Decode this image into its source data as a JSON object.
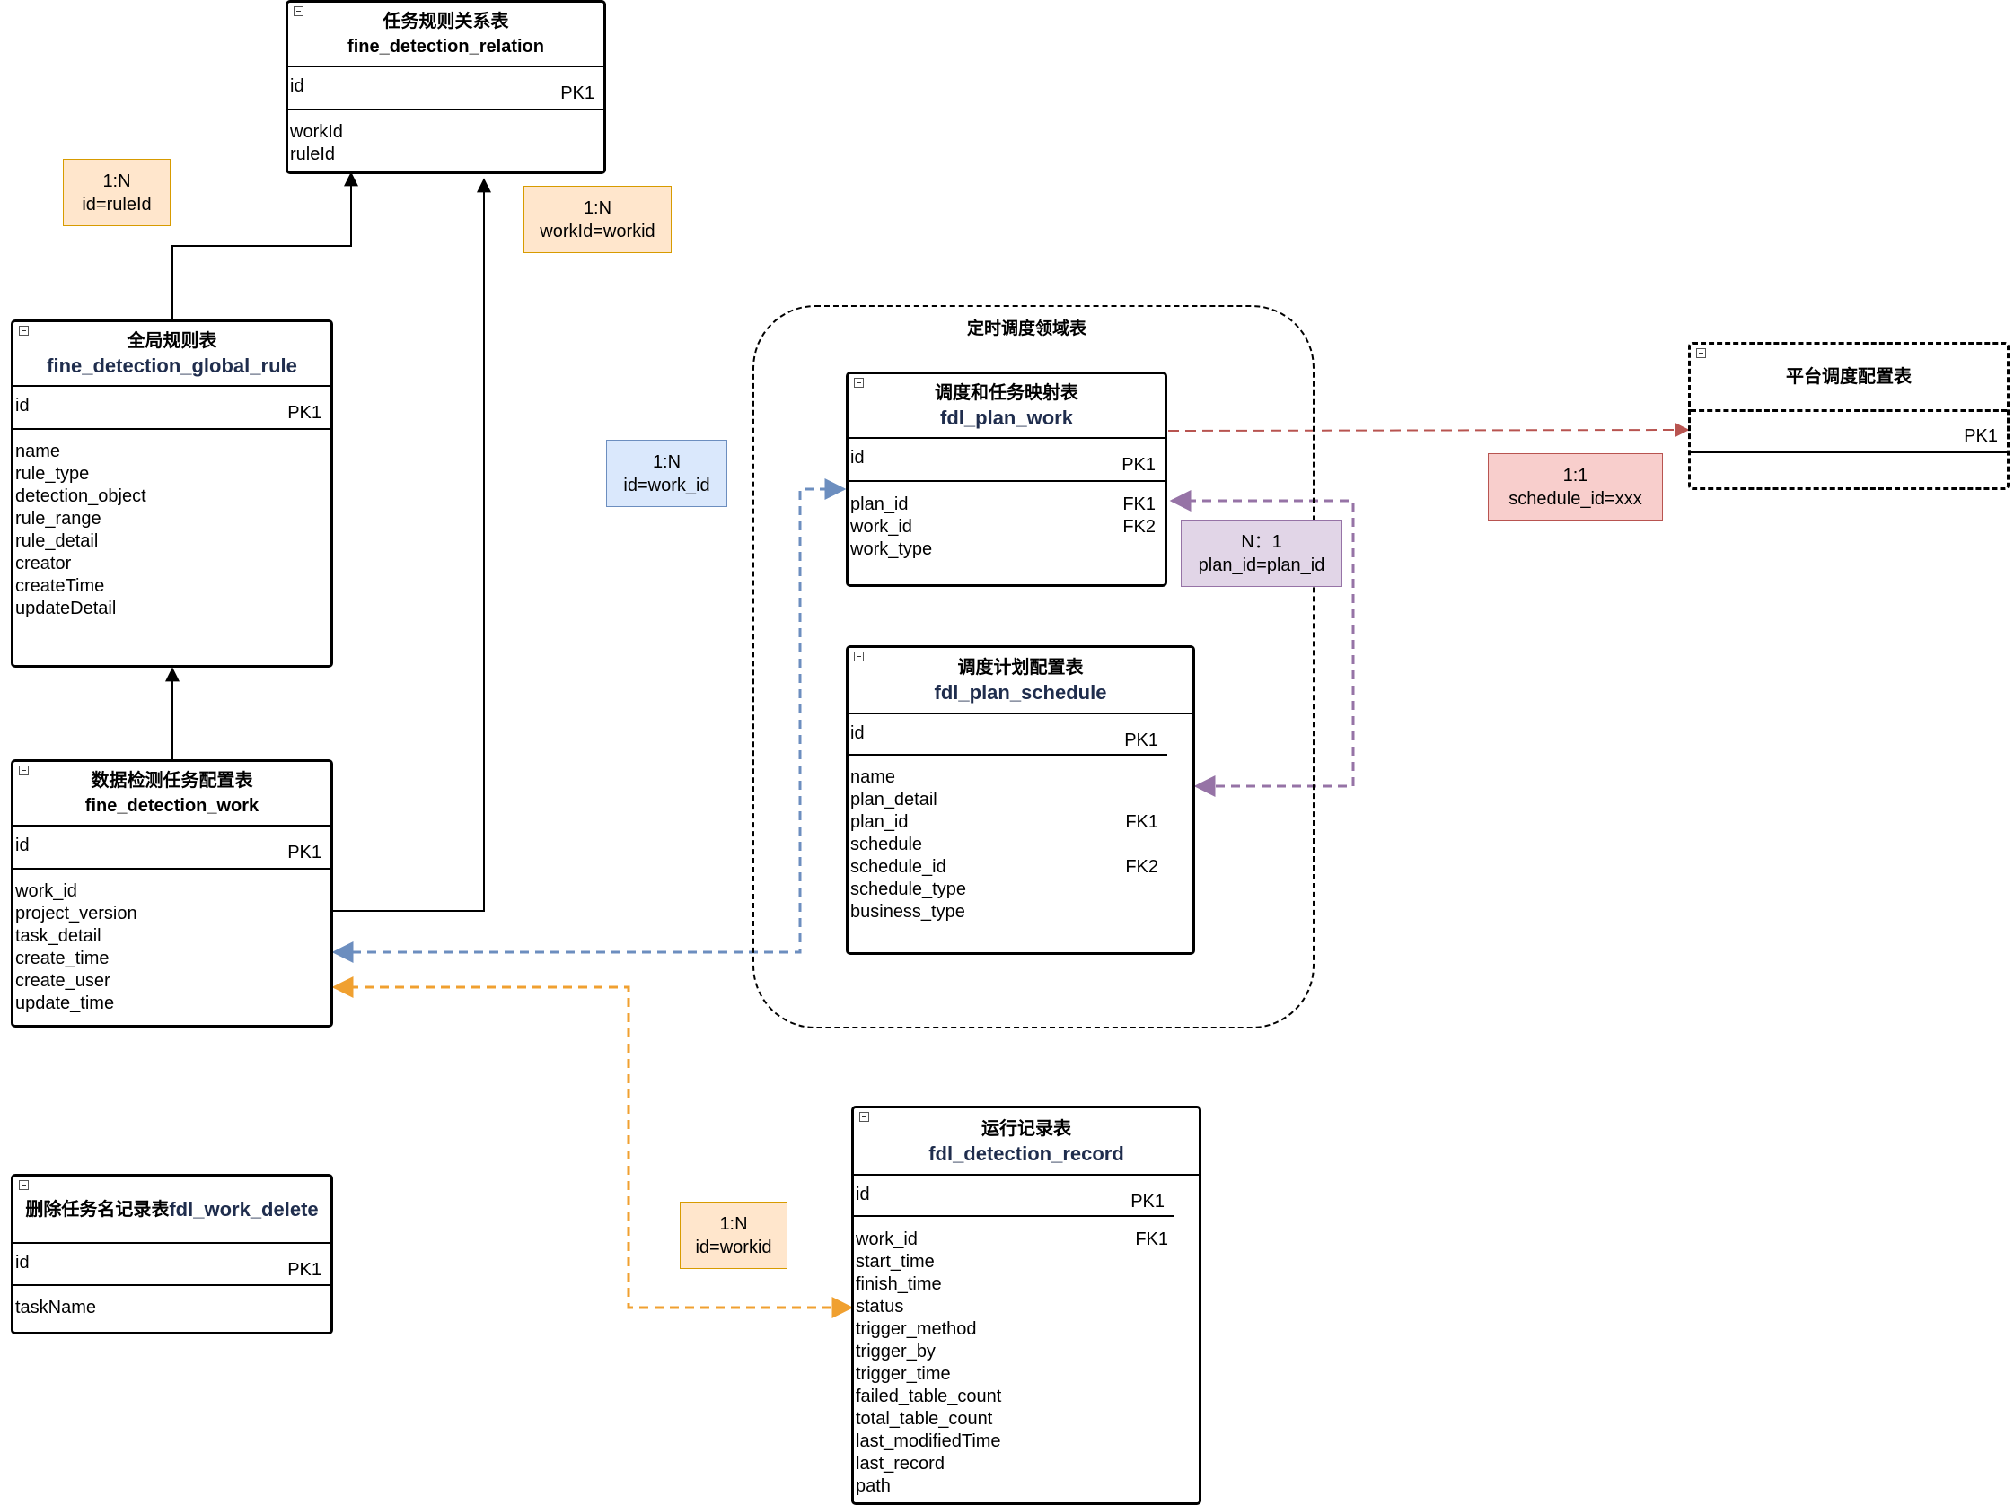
{
  "tables": {
    "relation": {
      "cn": "任务规则关系表",
      "en": "fine_detection_relation",
      "pk_field": "id",
      "pk_label": "PK1",
      "fields": [
        {
          "name": "workId",
          "key": ""
        },
        {
          "name": "ruleId",
          "key": ""
        }
      ]
    },
    "global_rule": {
      "cn": "全局规则表",
      "en": "fine_detection_global_rule",
      "pk_field": "id",
      "pk_label": "PK1",
      "fields": [
        {
          "name": "name",
          "key": ""
        },
        {
          "name": "rule_type",
          "key": ""
        },
        {
          "name": "detection_object",
          "key": ""
        },
        {
          "name": "rule_range",
          "key": ""
        },
        {
          "name": "rule_detail",
          "key": ""
        },
        {
          "name": "creator",
          "key": ""
        },
        {
          "name": "createTime",
          "key": ""
        },
        {
          "name": "updateDetail",
          "key": ""
        }
      ]
    },
    "work": {
      "cn": "数据检测任务配置表",
      "en": "fine_detection_work",
      "pk_field": "id",
      "pk_label": "PK1",
      "fields": [
        {
          "name": "work_id",
          "key": ""
        },
        {
          "name": "project_version",
          "key": ""
        },
        {
          "name": "task_detail",
          "key": ""
        },
        {
          "name": "create_time",
          "key": ""
        },
        {
          "name": "create_user",
          "key": ""
        },
        {
          "name": "update_time",
          "key": ""
        }
      ]
    },
    "work_delete": {
      "cn": "删除任务名记录表",
      "en": "fdl_work_delete",
      "pk_field": "id",
      "pk_label": "PK1",
      "fields": [
        {
          "name": "taskName",
          "key": ""
        }
      ]
    },
    "plan_work": {
      "cn": "调度和任务映射表",
      "en": "fdl_plan_work",
      "pk_field": "id",
      "pk_label": "PK1",
      "fields": [
        {
          "name": "plan_id",
          "key": "FK1"
        },
        {
          "name": "work_id",
          "key": "FK2"
        },
        {
          "name": "work_type",
          "key": ""
        }
      ]
    },
    "plan_schedule": {
      "cn": "调度计划配置表",
      "en": "fdl_plan_schedule",
      "pk_field": "id",
      "pk_label": "PK1",
      "fields": [
        {
          "name": "name",
          "key": ""
        },
        {
          "name": "plan_detail",
          "key": ""
        },
        {
          "name": "plan_id",
          "key": "FK1"
        },
        {
          "name": "schedule",
          "key": ""
        },
        {
          "name": "schedule_id",
          "key": "FK2"
        },
        {
          "name": "schedule_type",
          "key": ""
        },
        {
          "name": "business_type",
          "key": ""
        }
      ]
    },
    "platform": {
      "cn": "平台调度配置表",
      "en": "",
      "pk_field": "",
      "pk_label": "PK1",
      "fields": []
    },
    "record": {
      "cn": "运行记录表",
      "en": "fdl_detection_record",
      "pk_field": "id",
      "pk_label": "PK1",
      "fields": [
        {
          "name": "work_id",
          "key": "FK1"
        },
        {
          "name": "start_time",
          "key": ""
        },
        {
          "name": "finish_time",
          "key": ""
        },
        {
          "name": "status",
          "key": ""
        },
        {
          "name": "trigger_method",
          "key": ""
        },
        {
          "name": "trigger_by",
          "key": ""
        },
        {
          "name": "trigger_time",
          "key": ""
        },
        {
          "name": "failed_table_count",
          "key": ""
        },
        {
          "name": "total_table_count",
          "key": ""
        },
        {
          "name": "last_modifiedTime",
          "key": ""
        },
        {
          "name": "last_record",
          "key": ""
        },
        {
          "name": "path",
          "key": ""
        }
      ]
    }
  },
  "group": {
    "title": "定时调度领域表"
  },
  "notes": {
    "rule_rel": {
      "line1": "1:N",
      "line2": "id=ruleId"
    },
    "work_rel": {
      "line1": "1:N",
      "line2": "workId=workid"
    },
    "plan_work_rel": {
      "line1": "1:N",
      "line2": "id=work_id"
    },
    "plan_rel": {
      "line1": "N：1",
      "line2": "plan_id=plan_id"
    },
    "platform_rel": {
      "line1": "1:1",
      "line2": "schedule_id=xxx"
    },
    "record_rel": {
      "line1": "1:N",
      "line2": "id=workid"
    }
  },
  "colors": {
    "blue": "#6c8ebf",
    "purple": "#9673a6",
    "red": "#b85450",
    "orange": "#f0a030",
    "black": "#000000"
  }
}
